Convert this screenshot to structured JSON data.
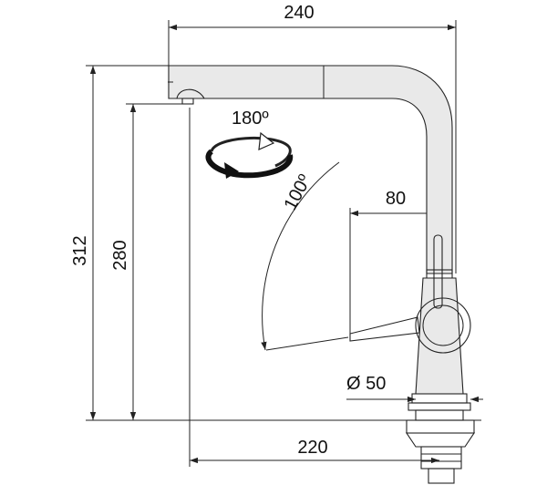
{
  "drawing": {
    "dimensions": {
      "total_width": "240",
      "total_height": "312",
      "spout_height": "280",
      "swivel_angle": "180º",
      "lever_angle": "100º",
      "lever_reach": "80",
      "base_diameter": "Ø 50",
      "spout_reach": "220"
    }
  }
}
